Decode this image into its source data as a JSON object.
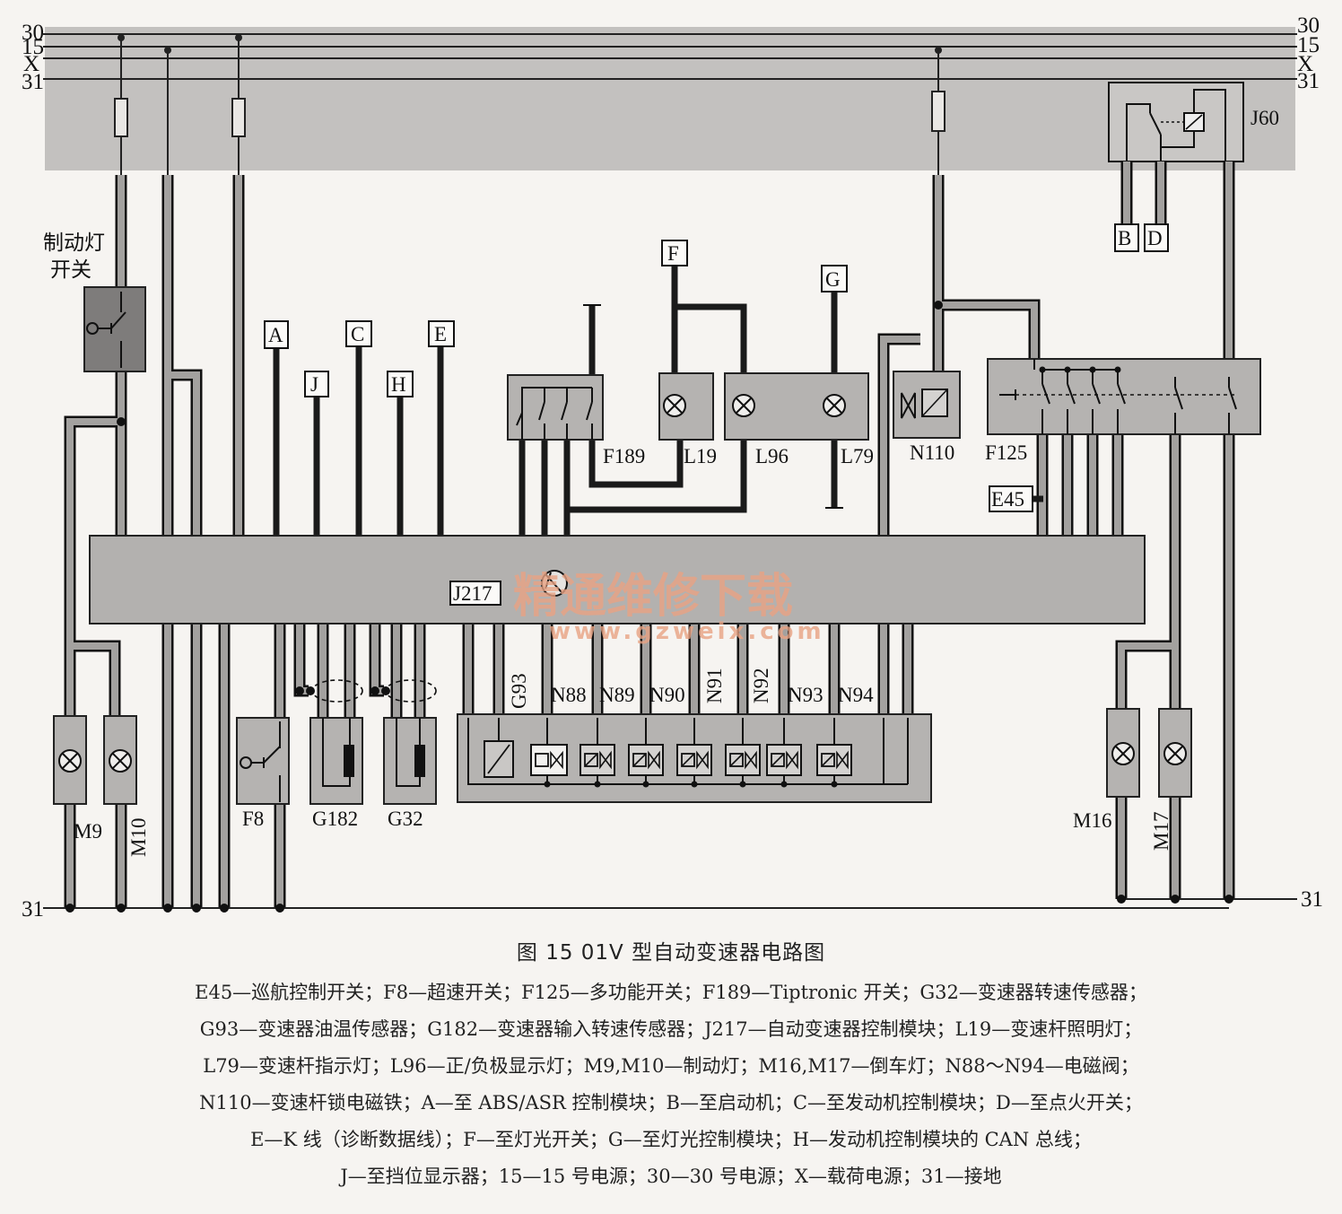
{
  "rails": {
    "left": [
      "30",
      "15",
      "X",
      "31"
    ],
    "right": [
      "30",
      "15",
      "X",
      "31"
    ],
    "ground_left": "31",
    "ground_right": "31"
  },
  "components": {
    "brake_switch_label": [
      "制动灯",
      "开关"
    ],
    "J60": "J60",
    "J217": "J217",
    "F189": "F189",
    "L19": "L19",
    "L96": "L96",
    "L79": "L79",
    "N110": "N110",
    "F125": "F125",
    "E45": "E45",
    "M9": "M9",
    "M10": "M10",
    "F8": "F8",
    "G182": "G182",
    "G32": "G32",
    "G93": "G93",
    "N88": "N88",
    "N89": "N89",
    "N90": "N90",
    "N91": "N91",
    "N92": "N92",
    "N93": "N93",
    "N94": "N94",
    "M16": "M16",
    "M17": "M17"
  },
  "connectors": {
    "A": "A",
    "J": "J",
    "C": "C",
    "H": "H",
    "E": "E",
    "F": "F",
    "G": "G",
    "B": "B",
    "D": "D"
  },
  "watermark": {
    "text": "精通维修下载",
    "url": "www.gzweix.com"
  },
  "caption": "图 15 01V 型自动变速器电路图",
  "legend": [
    "E45—巡航控制开关；F8—超速开关；F125—多功能开关；F189—Tiptronic 开关；G32—变速器转速传感器；",
    "G93—变速器油温传感器；G182—变速器输入转速传感器；J217—自动变速器控制模块；L19—变速杆照明灯；",
    "L79—变速杆指示灯；L96—正/负极显示灯；M9,M10—制动灯；M16,M17—倒车灯；N88～N94—电磁阀；",
    "N110—变速杆锁电磁铁；A—至 ABS/ASR 控制模块；B—至启动机；C—至发动机控制模块；D—至点火开关；",
    "E—K 线（诊断数据线）；F—至灯光开关；G—至灯光控制模块；H—发动机控制模块的 CAN 总线；",
    "J—至挡位显示器；15—15 号电源；30—30 号电源；X—载荷电源；31—接地"
  ],
  "colors": {
    "module_fill": "#b7b5b3",
    "header_fill": "#c3c1bf",
    "wire_gray": "#9a9897",
    "wire_black": "#1a1a1a",
    "watermark": "#e8a283"
  }
}
